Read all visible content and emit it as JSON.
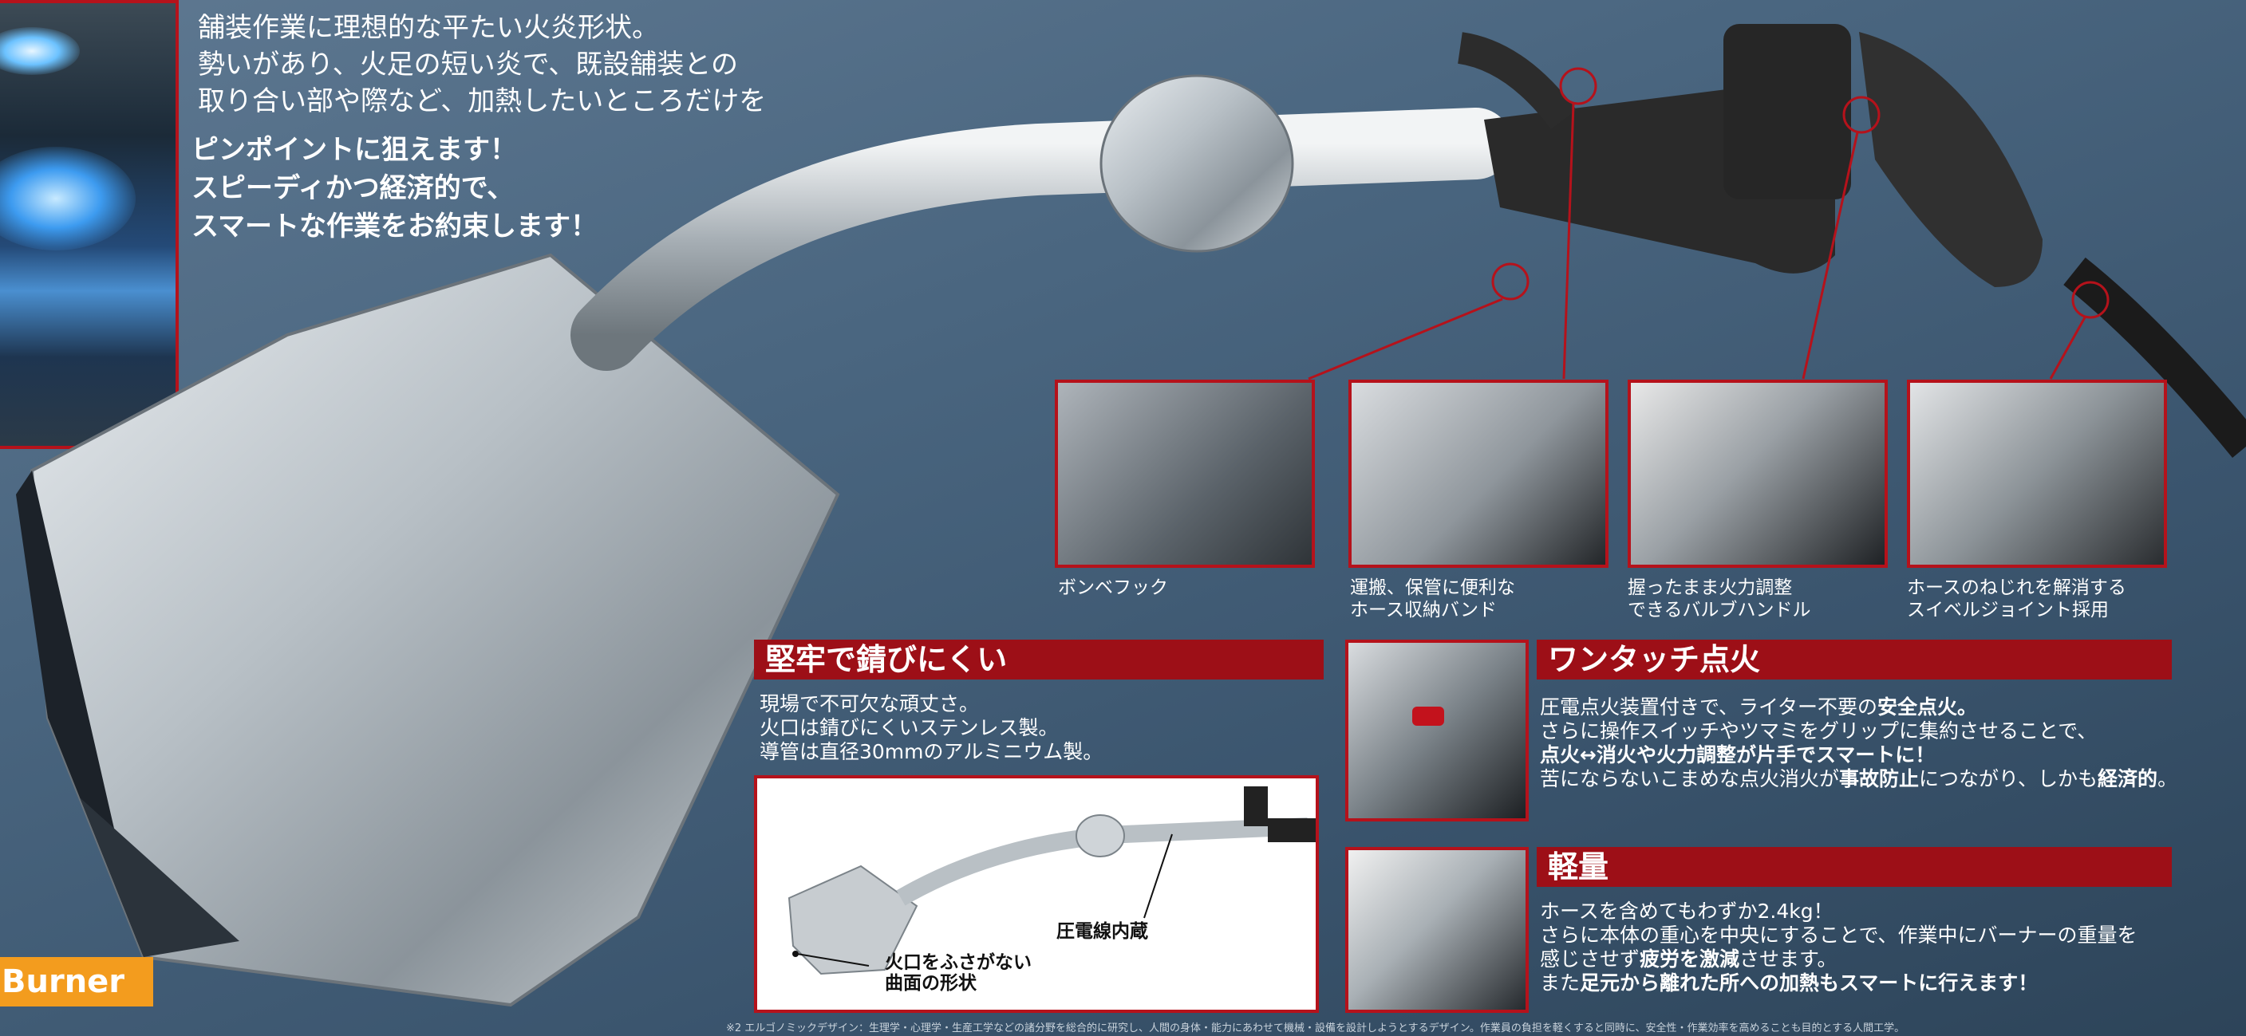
{
  "intro": {
    "lines": [
      "舗装作業に理想的な平たい火炎形状。",
      "勢いがあり、火足の短い炎で、既設舗装との",
      "取り合い部や際など、加熱したいところだけを"
    ],
    "bold_lines": [
      "ピンポイントに狙えます！",
      "スピーディかつ経済的で、",
      "スマートな作業をお約束します！"
    ]
  },
  "features": [
    {
      "caption": [
        "ボンベフック"
      ]
    },
    {
      "caption": [
        "運搬、保管に便利な",
        "ホース収納バンド"
      ]
    },
    {
      "caption": [
        "握ったまま火力調整",
        "できるバルブハンドル"
      ]
    },
    {
      "caption": [
        "ホースのねじれを解消する",
        "スイベルジョイント採用"
      ]
    }
  ],
  "durable": {
    "title": "堅牢で錆びにくい",
    "lines": [
      "現場で不可欠な頑丈さ。",
      "火口は錆びにくいステンレス製。",
      "導管は直径30mmのアルミニウム製。"
    ],
    "callouts": [
      "圧電線内蔵",
      "火口をふさがない",
      "曲面の形状"
    ]
  },
  "ignition": {
    "title": "ワンタッチ点火",
    "line1_pre": "圧電点火装置付きで、ライター不要の",
    "line1_bold": "安全点火。",
    "line2": "さらに操作スイッチやツマミをグリップに集約させることで、",
    "line3_bold": "点火↔消火や火力調整が片手でスマートに！",
    "line4_pre": "苦にならないこまめな点火消火が",
    "line4_bold1": "事故防止",
    "line4_mid": "につながり、しかも",
    "line4_bold2": "経済的",
    "line4_post": "。"
  },
  "light": {
    "title": "軽量",
    "line1": "ホースを含めてもわずか2.4kg！",
    "line2": "さらに本体の重心を中央にすることで、作業中にバーナーの重量を",
    "line3_pre": "感じさせず",
    "line3_bold": "疲労を激減",
    "line3_post": "させます。",
    "line4_pre": "また",
    "line4_bold": "足元から離れた所への加熱もスマートに行えます！"
  },
  "burner_tag": "Burner",
  "footnote": "※2 エルゴノミックデザイン：生理学・心理学・生産工学などの諸分野を総合的に研究し、人間の身体・能力にあわせて機械・設備を設計しようとするデザイン。作業員の負担を軽くすると同時に、安全性・作業効率を高めることも目的とする人間工学。"
}
